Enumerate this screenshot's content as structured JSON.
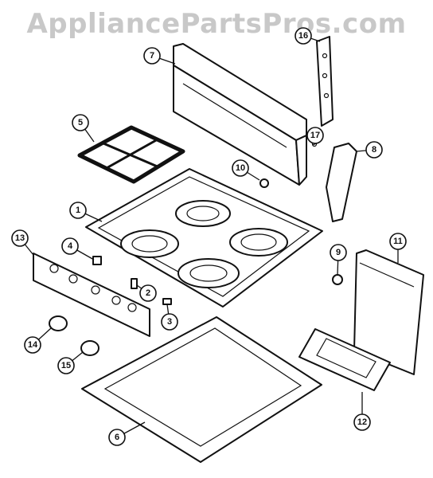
{
  "watermark": "AppliancePartsPros.com",
  "callouts": [
    "1",
    "2",
    "3",
    "4",
    "5",
    "6",
    "7",
    "8",
    "9",
    "10",
    "11",
    "12",
    "13",
    "14",
    "15",
    "16",
    "17"
  ]
}
